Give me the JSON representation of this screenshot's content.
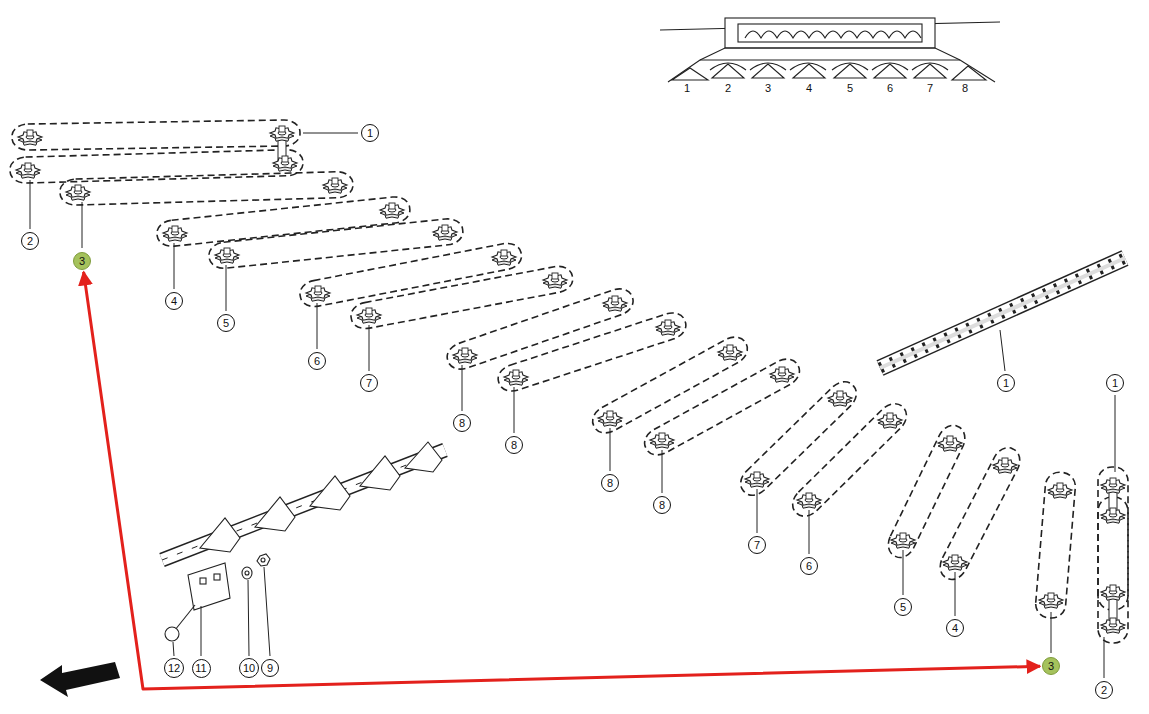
{
  "diagram": {
    "nodes": [
      {
        "text": [
          "1"
        ]
      },
      {
        "text": [
          "2"
        ]
      },
      {
        "text": [
          "3"
        ]
      },
      {
        "text": [
          "4"
        ]
      },
      {
        "text": [
          "5"
        ]
      },
      {
        "text": [
          "6"
        ]
      },
      {
        "text": [
          "7"
        ]
      },
      {
        "text": [
          "1"
        ]
      },
      {
        "text": [
          "1"
        ]
      },
      {
        "text": [
          "8"
        ]
      },
      {
        "text": [
          "8"
        ]
      },
      {
        "text": [
          "8"
        ]
      },
      {
        "text": [
          "8"
        ]
      },
      {
        "text": [
          "7"
        ]
      },
      {
        "text": [
          "6"
        ]
      },
      {
        "text": [
          "5"
        ]
      },
      {
        "text": [
          "4"
        ]
      },
      {
        "text": [
          "3"
        ]
      },
      {
        "text": [
          "12"
        ]
      },
      {
        "text": [
          "11"
        ]
      },
      {
        "text": [
          "10"
        ]
      },
      {
        "text": [
          "9"
        ]
      },
      {
        "text": [
          "2"
        ]
      }
    ],
    "edges": [
      {
        "from": 2,
        "to": 17,
        "arrow": "both"
      }
    ],
    "labels": [
      "1",
      "2",
      "3",
      "4",
      "5",
      "6",
      "7",
      "8"
    ]
  }
}
